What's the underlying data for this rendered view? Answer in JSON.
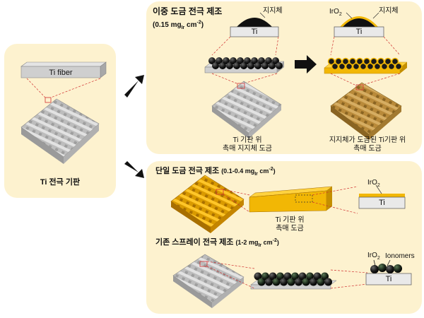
{
  "left_panel": {
    "fiber_label": "Ti fiber",
    "caption": "Ti 전극 기판"
  },
  "top_panel": {
    "title": "이중 도금 전극 제조",
    "loading": {
      "prefix": "(0.15 mg",
      "sub": "Ir",
      "mid": " cm",
      "sup": "-2",
      "suffix": ")"
    },
    "support_label_1": "지지체",
    "ti_label_1": "Ti",
    "iro2_label": {
      "base": "IrO",
      "sub": "2"
    },
    "support_label_2": "지지체",
    "ti_label_2": "Ti",
    "caption_left": [
      "Ti 기판 위",
      "촉매 지지체 도금"
    ],
    "caption_right": [
      "지지체가 도금된 Ti기판 위",
      "촉매 도금"
    ]
  },
  "bottom_panel": {
    "single": {
      "title": "단일 도금 전극 제조 ",
      "loading": {
        "prefix": "(0.1-0.4 mg",
        "sub": "Ir",
        "mid": " cm",
        "sup": "-2",
        "suffix": ")"
      },
      "iro2_label": {
        "base": "IrO",
        "sub": "2"
      },
      "ti_label": "Ti",
      "caption": [
        "Ti 기판 위",
        "촉매 도금"
      ]
    },
    "spray": {
      "title": "기존 스프레이 전극 제조 ",
      "loading": {
        "prefix": "(1-2 mg",
        "sub": "Ir",
        "mid": " cm",
        "sup": "-2",
        "suffix": ")"
      },
      "iro2_label": {
        "base": "IrO",
        "sub": "2"
      },
      "ionomer_label": "Ionomers",
      "ti_label": "Ti"
    }
  },
  "colors": {
    "panel": "#fdf2cf",
    "fiber_gray": "#c8c8c8",
    "gold": "#f2b705",
    "dark_gold": "#b8860b",
    "dashed_red": "#d03030"
  }
}
